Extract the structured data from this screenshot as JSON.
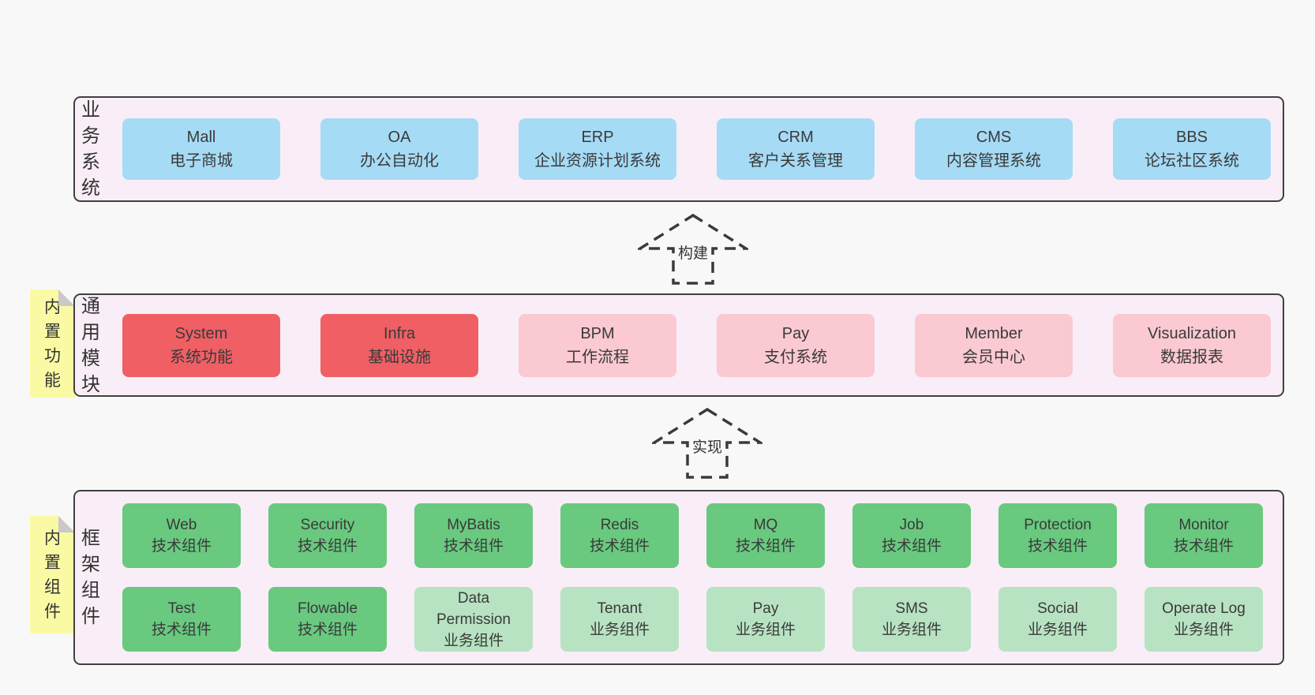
{
  "colors": {
    "page_bg": "#f8f8f8",
    "layer_bg": "#f9eef7",
    "layer_border": "#404040",
    "blue_box": "#a6dbf5",
    "red_box": "#ef5f64",
    "pink_box": "#fac9d2",
    "green_box": "#69c97f",
    "light_green_box": "#b8e3c2",
    "sticky_bg": "#fafaa5",
    "sticky_fold": "#c9c9c9",
    "text": "#3a3a3a"
  },
  "layers": {
    "business": {
      "side_label": "业务系统",
      "boxes": [
        {
          "title": "Mall",
          "subtitle": "电子商城"
        },
        {
          "title": "OA",
          "subtitle": "办公自动化"
        },
        {
          "title": "ERP",
          "subtitle": "企业资源计划系统"
        },
        {
          "title": "CRM",
          "subtitle": "客户关系管理"
        },
        {
          "title": "CMS",
          "subtitle": "内容管理系统"
        },
        {
          "title": "BBS",
          "subtitle": "论坛社区系统"
        }
      ]
    },
    "modules": {
      "side_label": "通用模块",
      "sticky_label": "内置功能",
      "boxes": [
        {
          "title": "System",
          "subtitle": "系统功能"
        },
        {
          "title": "Infra",
          "subtitle": "基础设施"
        },
        {
          "title": "BPM",
          "subtitle": "工作流程"
        },
        {
          "title": "Pay",
          "subtitle": "支付系统"
        },
        {
          "title": "Member",
          "subtitle": "会员中心"
        },
        {
          "title": "Visualization",
          "subtitle": "数据报表"
        }
      ]
    },
    "components": {
      "side_label": "框架组件",
      "sticky_label": "内置组件",
      "row1": [
        {
          "title": "Web",
          "subtitle": "技术组件"
        },
        {
          "title": "Security",
          "subtitle": "技术组件"
        },
        {
          "title": "MyBatis",
          "subtitle": "技术组件"
        },
        {
          "title": "Redis",
          "subtitle": "技术组件"
        },
        {
          "title": "MQ",
          "subtitle": "技术组件"
        },
        {
          "title": "Job",
          "subtitle": "技术组件"
        },
        {
          "title": "Protection",
          "subtitle": "技术组件"
        },
        {
          "title": "Monitor",
          "subtitle": "技术组件"
        }
      ],
      "row2": [
        {
          "title": "Test",
          "subtitle": "技术组件"
        },
        {
          "title": "Flowable",
          "subtitle": "技术组件"
        },
        {
          "title": "Data Permission",
          "subtitle": "业务组件"
        },
        {
          "title": "Tenant",
          "subtitle": "业务组件"
        },
        {
          "title": "Pay",
          "subtitle": "业务组件"
        },
        {
          "title": "SMS",
          "subtitle": "业务组件"
        },
        {
          "title": "Social",
          "subtitle": "业务组件"
        },
        {
          "title": "Operate Log",
          "subtitle": "业务组件"
        }
      ]
    }
  },
  "arrows": {
    "build": {
      "label": "构建"
    },
    "implement": {
      "label": "实现"
    }
  }
}
